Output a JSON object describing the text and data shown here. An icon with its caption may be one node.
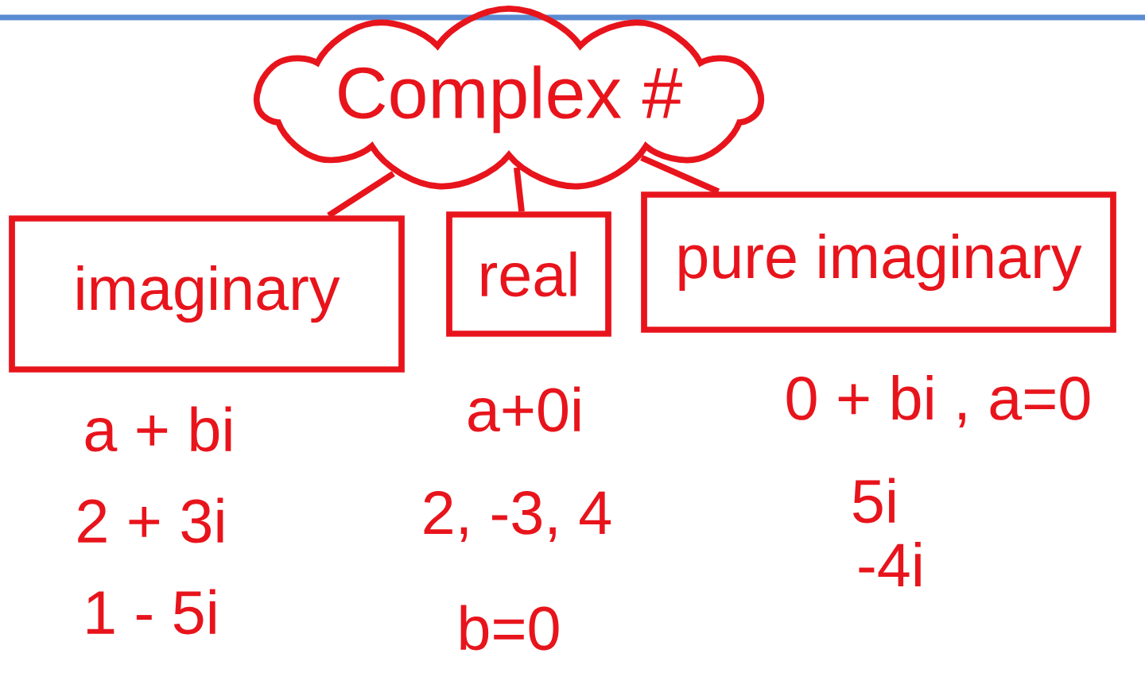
{
  "diagram": {
    "nodes": [
      {
        "text": [
          "Complex #"
        ]
      },
      {
        "text": [
          "imaginary"
        ],
        "beside": [
          "a + bi",
          "2 + 3i",
          "1 - 5i"
        ]
      },
      {
        "text": [
          "real"
        ],
        "beside": [
          "a+0i",
          "2, -3, 4",
          "b=0"
        ]
      },
      {
        "text": [
          "pure imaginary"
        ],
        "beside": [
          "0 + bi , a=0",
          "5i",
          "-4i"
        ]
      }
    ],
    "edges": [
      {
        "from": 0,
        "to": 1,
        "arrow": "none"
      },
      {
        "from": 0,
        "to": 2,
        "arrow": "none"
      },
      {
        "from": 0,
        "to": 3,
        "arrow": "none"
      }
    ]
  }
}
